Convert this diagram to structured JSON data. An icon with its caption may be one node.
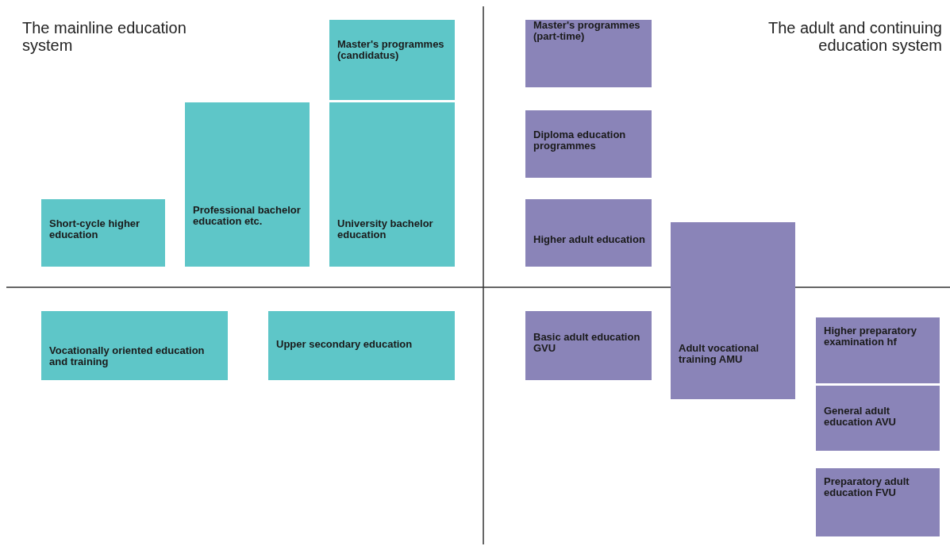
{
  "diagram": {
    "nodes": [
      {
        "text": [
          "Short-cycle higher education"
        ]
      },
      {
        "text": [
          "Professional bachelor education etc."
        ]
      },
      {
        "text": [
          "Master's programmes (candidatus)"
        ]
      },
      {
        "text": [
          "University bachelor education"
        ]
      },
      {
        "text": [
          "Vocationally oriented education and training"
        ]
      },
      {
        "text": [
          "Upper secondary education"
        ]
      },
      {
        "text": [
          "Master's programmes (part-time)"
        ]
      },
      {
        "text": [
          "Diploma education programmes"
        ]
      },
      {
        "text": [
          "Higher adult education"
        ]
      },
      {
        "text": [
          "Basic adult education GVU"
        ]
      },
      {
        "text": [
          "Adult vocational training AMU"
        ]
      },
      {
        "text": [
          "Higher preparatory examination hf"
        ]
      },
      {
        "text": [
          "General adult education AVU"
        ]
      },
      {
        "text": [
          "Preparatory adult education FVU"
        ]
      }
    ],
    "labels": [
      "The mainline education system",
      "The adult and continuing education system"
    ]
  }
}
